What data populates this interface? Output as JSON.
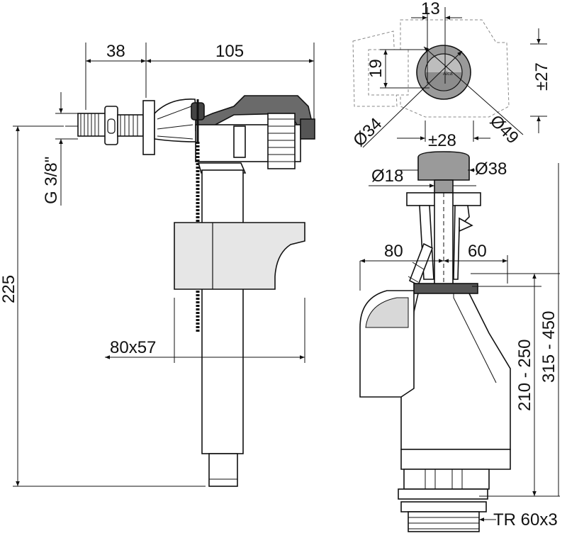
{
  "left_valve": {
    "dim_38": "38",
    "dim_105": "105",
    "dim_thread": "G 3/8\"",
    "dim_225": "225",
    "dim_float": "80x57"
  },
  "button_top": {
    "dim_13": "13",
    "dim_19": "19",
    "dim_27": "±27",
    "dim_34": "Ø34",
    "dim_49": "Ø49",
    "dim_28": "±28",
    "brand": "Alca"
  },
  "flush_valve": {
    "dim_18": "Ø18",
    "dim_38": "Ø38",
    "dim_80": "80",
    "dim_60": "60",
    "dim_210_250": "210 - 250",
    "dim_315_450": "315 - 450",
    "dim_thread": "TR 60x3"
  },
  "colors": {
    "line": "#111111",
    "float_gray": "#e6e6e6",
    "dark_gray": "#555555",
    "button_gray": "#9a9a9a"
  }
}
